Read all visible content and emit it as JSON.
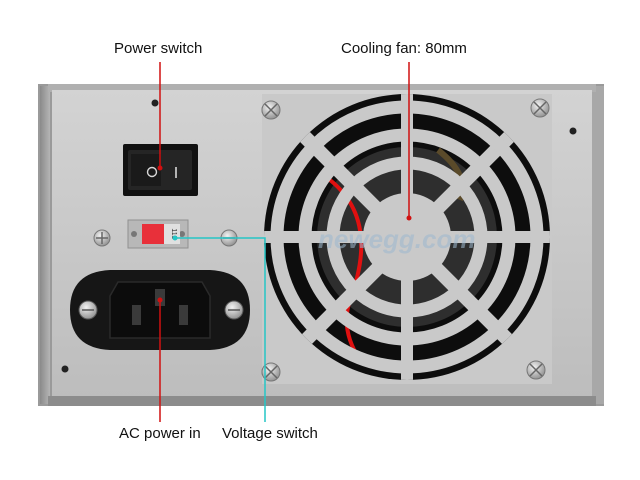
{
  "labels": {
    "power_switch": "Power switch",
    "cooling_fan": "Cooling fan: 80mm",
    "ac_power_in": "AC power in",
    "voltage_switch": "Voltage switch"
  },
  "voltage_setting": "115",
  "watermark": "newegg.com",
  "colors": {
    "panel": "#c9c9c9",
    "red_leader": "#d01010",
    "cyan_leader": "#25c6c6",
    "voltage_switch": "#e8303a"
  }
}
